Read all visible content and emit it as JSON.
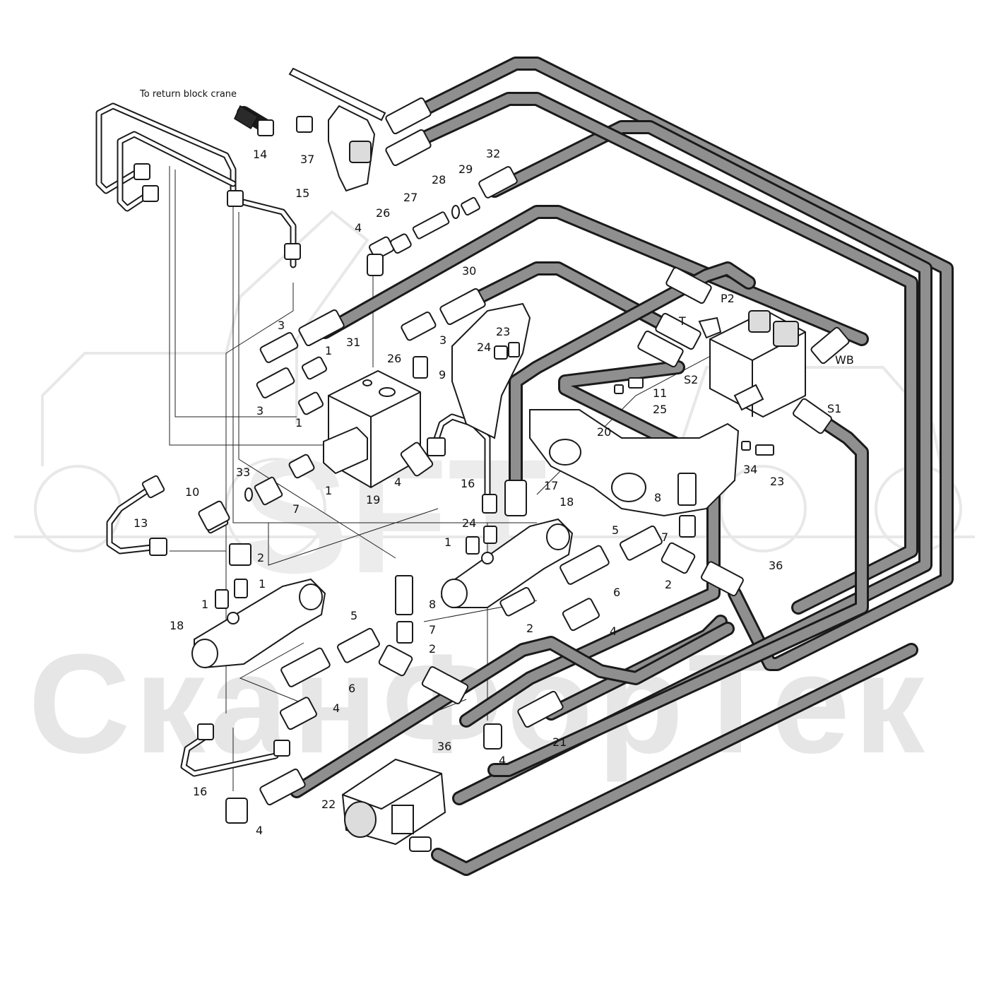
{
  "diagram": {
    "note": "To return block crane",
    "watermark": {
      "logo": "SFT",
      "brand": "СканФорТек"
    },
    "labels": [
      {
        "id": "l14",
        "text": "14"
      },
      {
        "id": "l37",
        "text": "37"
      },
      {
        "id": "l15",
        "text": "15"
      },
      {
        "id": "l32",
        "text": "32"
      },
      {
        "id": "l29",
        "text": "29"
      },
      {
        "id": "l28",
        "text": "28"
      },
      {
        "id": "l27",
        "text": "27"
      },
      {
        "id": "l26a",
        "text": "26"
      },
      {
        "id": "l4a",
        "text": "4"
      },
      {
        "id": "l30",
        "text": "30"
      },
      {
        "id": "l3a",
        "text": "3"
      },
      {
        "id": "l31",
        "text": "31"
      },
      {
        "id": "l1a",
        "text": "1"
      },
      {
        "id": "l3b",
        "text": "3"
      },
      {
        "id": "l26b",
        "text": "26"
      },
      {
        "id": "l9",
        "text": "9"
      },
      {
        "id": "l23a",
        "text": "23"
      },
      {
        "id": "l24",
        "text": "24"
      },
      {
        "id": "lP2",
        "text": "P2"
      },
      {
        "id": "lT",
        "text": "T"
      },
      {
        "id": "lWB",
        "text": "WB"
      },
      {
        "id": "lS2",
        "text": "S2"
      },
      {
        "id": "l11",
        "text": "11"
      },
      {
        "id": "l25",
        "text": "25"
      },
      {
        "id": "lS1",
        "text": "S1"
      },
      {
        "id": "l3c",
        "text": "3"
      },
      {
        "id": "l1b",
        "text": "1"
      },
      {
        "id": "l20",
        "text": "20"
      },
      {
        "id": "l34",
        "text": "34"
      },
      {
        "id": "l23b",
        "text": "23"
      },
      {
        "id": "l10",
        "text": "10"
      },
      {
        "id": "l33",
        "text": "33"
      },
      {
        "id": "l1c",
        "text": "1"
      },
      {
        "id": "l4b",
        "text": "4"
      },
      {
        "id": "l16a",
        "text": "16"
      },
      {
        "id": "l17",
        "text": "17"
      },
      {
        "id": "l19",
        "text": "19"
      },
      {
        "id": "l7a",
        "text": "7"
      },
      {
        "id": "l13",
        "text": "13"
      },
      {
        "id": "l18a",
        "text": "18"
      },
      {
        "id": "l8a",
        "text": "8"
      },
      {
        "id": "l1d",
        "text": "1"
      },
      {
        "id": "l24b",
        "text": "24"
      },
      {
        "id": "l5a",
        "text": "5"
      },
      {
        "id": "l7b",
        "text": "7"
      },
      {
        "id": "l2a",
        "text": "2"
      },
      {
        "id": "l36a",
        "text": "36"
      },
      {
        "id": "l1e",
        "text": "1"
      },
      {
        "id": "l1f",
        "text": "1"
      },
      {
        "id": "l6a",
        "text": "6"
      },
      {
        "id": "l18b",
        "text": "18"
      },
      {
        "id": "l8b",
        "text": "8"
      },
      {
        "id": "l4c",
        "text": "4"
      },
      {
        "id": "l2b",
        "text": "2"
      },
      {
        "id": "l7c",
        "text": "7"
      },
      {
        "id": "l5b",
        "text": "5"
      },
      {
        "id": "l2c",
        "text": "2"
      },
      {
        "id": "l2d",
        "text": "2"
      },
      {
        "id": "l6b",
        "text": "6"
      },
      {
        "id": "l4d",
        "text": "4"
      },
      {
        "id": "l36b",
        "text": "36"
      },
      {
        "id": "l21",
        "text": "21"
      },
      {
        "id": "l4e",
        "text": "4"
      },
      {
        "id": "l16b",
        "text": "16"
      },
      {
        "id": "l22",
        "text": "22"
      },
      {
        "id": "l4f",
        "text": "4"
      }
    ]
  }
}
